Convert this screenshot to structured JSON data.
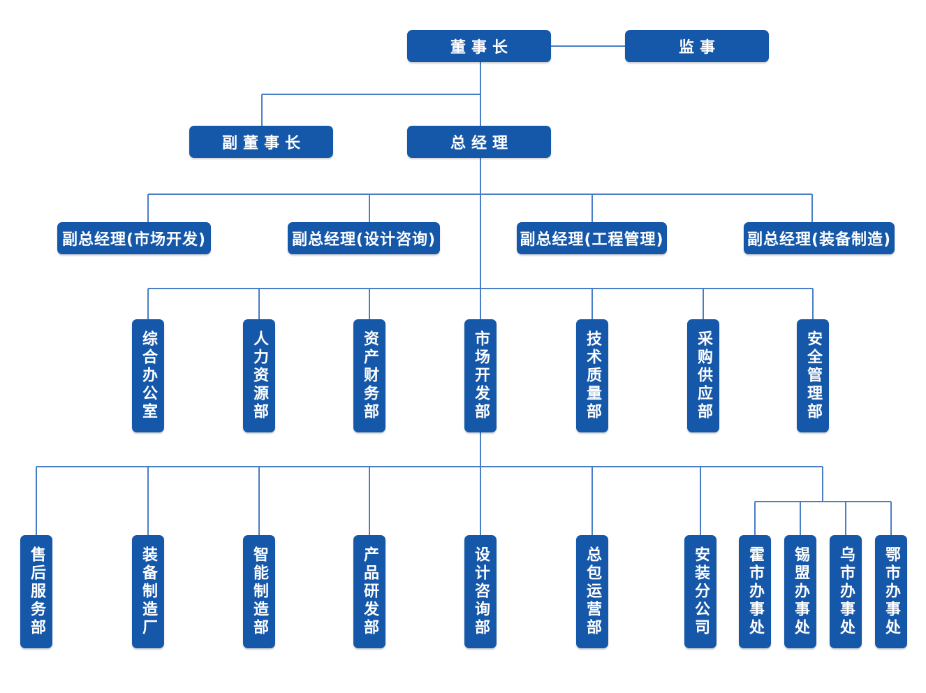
{
  "chart": {
    "chairman": "董事长",
    "supervisor": "监事",
    "vice_chairman": "副董事长",
    "general_manager": "总经理",
    "deputy_gms": [
      "副总经理(市场开发)",
      "副总经理(设计咨询)",
      "副总经理(工程管理)",
      "副总经理(装备制造)"
    ],
    "functional_depts": [
      "综合办公室",
      "人力资源部",
      "资产财务部",
      "市场开发部",
      "技术质量部",
      "采购供应部",
      "安全管理部"
    ],
    "business_units": [
      "售后服务部",
      "装备制造厂",
      "智能制造部",
      "产品研发部",
      "设计咨询部",
      "总包运营部",
      "安装分公司"
    ],
    "offices": [
      "霍市办事处",
      "锡盟办事处",
      "乌市办事处",
      "鄂市办事处"
    ]
  },
  "colors": {
    "node_fill": "#1557a8",
    "node_text": "#ffffff",
    "connector": "#4a7ec4"
  }
}
